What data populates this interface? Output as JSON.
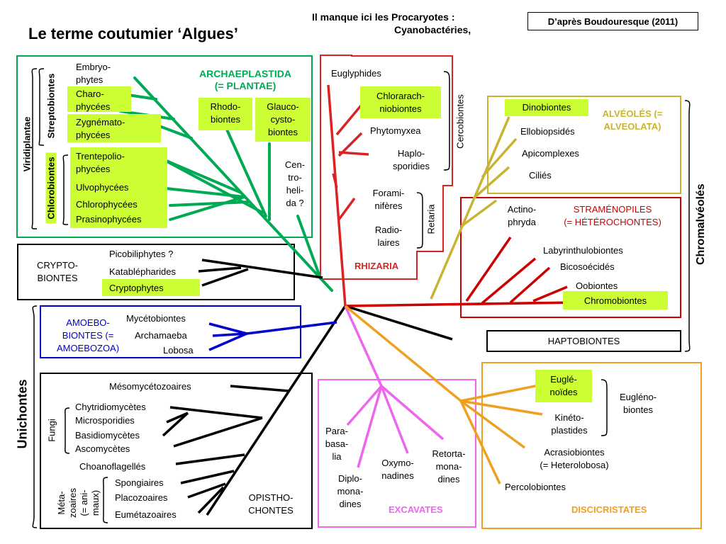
{
  "header": {
    "title": "Le terme coutumier  ‘Algues’",
    "note_line1": "Il manque ici les Procaryotes :",
    "note_line2": "Cyanobactéries,",
    "source": "D’après Boudouresque (2011)"
  },
  "archaeplastida": {
    "title_line1": "ARCHAEPLASTIDA",
    "title_line2": "(= PLANTAE)",
    "group_viridiplantae": "Viridiplantae",
    "group_streptobiontes": "Streptobiontes",
    "group_chlorobiontes": "Chlorobiontes",
    "embryophytes_1": "Embryo-",
    "embryophytes_2": "phytes",
    "charophycees_1": "Charo-",
    "charophycees_2": "phycées",
    "zygnemato_1": "Zygnémato-",
    "zygnemato_2": "phycées",
    "trentepolio_1": "Trentepolio-",
    "trentepolio_2": "phycées",
    "ulvophycees": "Ulvophycées",
    "chlorophycees": "Chlorophycées",
    "prasinophycees": "Prasinophycées",
    "rhodobiontes_1": "Rhodo-",
    "rhodobiontes_2": "biontes",
    "glaucocystobiontes_1": "Glauco-",
    "glaucocystobiontes_2": "cysto-",
    "glaucocystobiontes_3": "biontes",
    "centroheliida_1": "Cen-",
    "centroheliida_2": "tro-",
    "centroheliida_3": "heli-",
    "centroheliida_4": "da ?"
  },
  "cryptobiontes": {
    "title_1": "CRYPTO-",
    "title_2": "BIONTES",
    "picobiliphytes": "Picobiliphytes ?",
    "katablepharides": "Katablépharides",
    "cryptophytes": "Cryptophytes"
  },
  "amoebobiontes": {
    "title_1": "AMOEBO-",
    "title_2": "BIONTES (=",
    "title_3": "AMOEBOZOA)",
    "mycetobiontes": "Mycétobiontes",
    "archamaeba": "Archamaeba",
    "lobosa": "Lobosa"
  },
  "unichontes": {
    "label": "Unichontes"
  },
  "opisthochontes": {
    "title_1": "OPISTHO-",
    "title_2": "CHONTES",
    "mesomycetozoaires": "Mésomycétozoaires",
    "fungi": "Fungi",
    "chytridiomycetes": "Chytridiomycètes",
    "microsporidies": "Microsporidies",
    "basidiomycetes": "Basidiomycètes",
    "ascomycetes": "Ascomycètes",
    "choanoflagelles": "Choanoflagellés",
    "metazoaires_1": "Méta-",
    "metazoaires_2": "zoaires",
    "metazoaires_3": "(= ani-",
    "metazoaires_4": "maux)",
    "spongiaires": "Spongiaires",
    "placozoaires": "Placozoaires",
    "eumetazoaires": "Eumétazoaires"
  },
  "rhizaria": {
    "title": "RHIZARIA",
    "euglyphides": "Euglyphides",
    "chlorarachniobiontes_1": "Chlorarach-",
    "chlorarachniobiontes_2": "niobiontes",
    "phytomyxea": "Phytomyxea",
    "haplosporidies_1": "Haplo-",
    "haplosporidies_2": "sporidies",
    "cercobiontes": "Cercobiontes",
    "foraminiferes_1": "Forami-",
    "foraminiferes_2": "nifères",
    "radiolaires_1": "Radio-",
    "radiolaires_2": "laires",
    "retaria": "Retaria"
  },
  "alveoles": {
    "title_1": "ALVÉOLÉS (=",
    "title_2": "ALVEOLATA)",
    "dinobiontes": "Dinobiontes",
    "ellobiopsides": "Ellobiopsidés",
    "apicomplexes": "Apicomplexes",
    "cilies": "Ciliés"
  },
  "stramenopiles": {
    "title_1": "STRAMÉNOPILES",
    "title_2": "(= HÉTÉROCHONTES)",
    "actinophryda_1": "Actino-",
    "actinophryda_2": "phryda",
    "labyrinthulobiontes": "Labyrinthulobiontes",
    "bicosoecides": "Bicosoécidés",
    "oobiontes": "Oobiontes",
    "chromobiontes": "Chromobiontes"
  },
  "chromalveoles": {
    "label": "Chromalvéolés"
  },
  "haptobiontes": {
    "label": "HAPTOBIONTES"
  },
  "excavates": {
    "title": "EXCAVATES",
    "parabasalia_1": "Para-",
    "parabasalia_2": "basa-",
    "parabasalia_3": "lia",
    "diplomonadines_1": "Diplo-",
    "diplomonadines_2": "mona-",
    "diplomonadines_3": "dines",
    "oxymonadines_1": "Oxymo-",
    "oxymonadines_2": "nadines",
    "retortamonadines_1": "Retorta-",
    "retortamonadines_2": "mona-",
    "retortamonadines_3": "dines"
  },
  "discicristates": {
    "title": "DISCICRISTATES",
    "euglenoides_1": "Euglé-",
    "euglenoides_2": "noïdes",
    "kinetoplastides_1": "Kinéto-",
    "kinetoplastides_2": "plastides",
    "euglenobiontes_1": "Eugléno-",
    "euglenobiontes_2": "biontes",
    "acrasiobiontes_1": "Acrasiobiontes",
    "acrasiobiontes_2": "(= Heterolobosa)",
    "percolobiontes": "Percolobiontes"
  },
  "colors": {
    "green": "#00aa55",
    "red": "#cc0000",
    "blue": "#0000cc",
    "olive": "#c8b432",
    "magenta": "#ee66ee",
    "orange": "#f0a020",
    "highlight": "#ccff33"
  }
}
